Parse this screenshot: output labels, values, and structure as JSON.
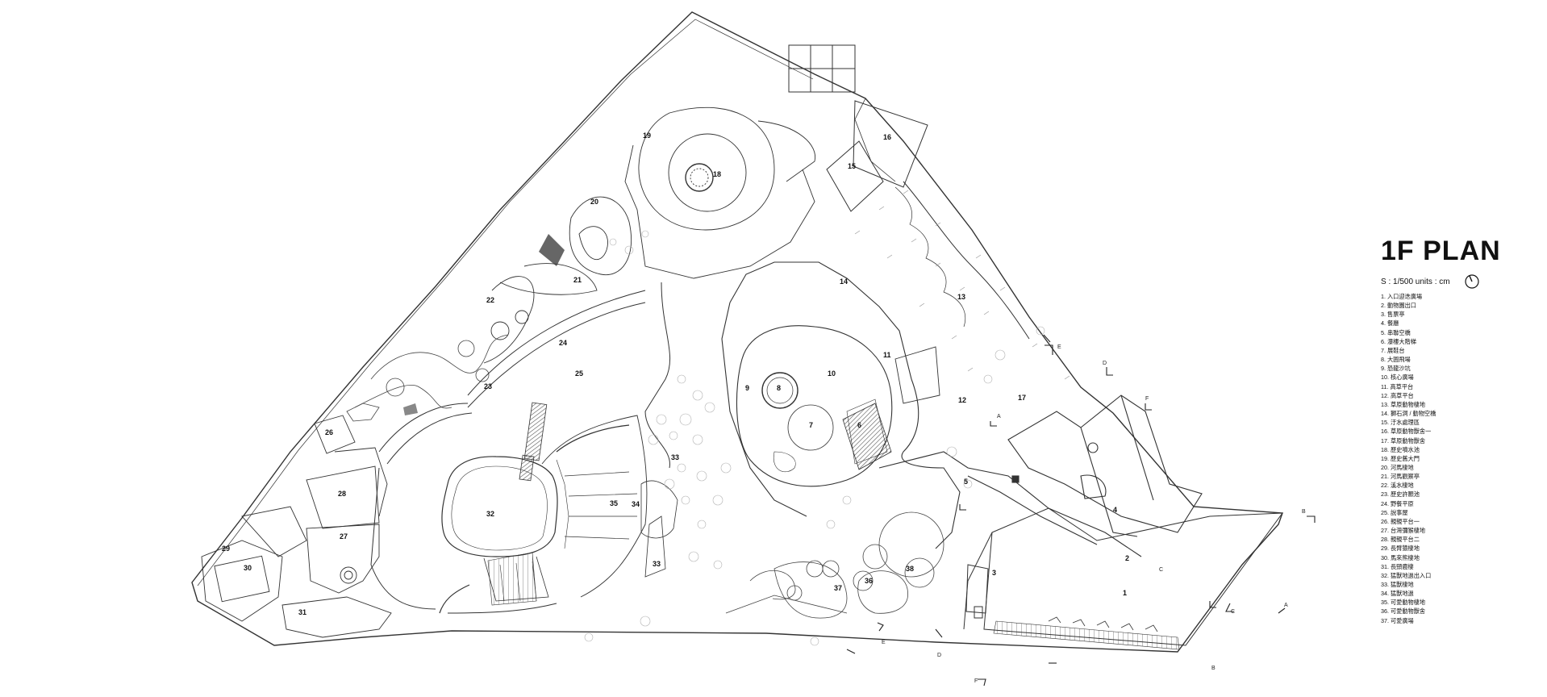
{
  "plan": {
    "title": "1F PLAN",
    "scale": "S : 1/500  units : cm",
    "north_icon": "north-arrow-icon",
    "colors": {
      "line": "#333333",
      "light": "#9a9a9a",
      "hatch": "#555555"
    },
    "legend": [
      "1. 入口迎迭廣場",
      "2. 動物園出口",
      "3. 售票亭",
      "4. 餐廳",
      "5. 串聯空橋",
      "6. 瀑樓大階梯",
      "7. 展鞋台",
      "8. 大圓飛場",
      "9. 恐龍沙坑",
      "10. 核心廣場",
      "11. 高草平台",
      "12. 高草平台",
      "13. 草原動物棲地",
      "14. 獅石洞 / 動物空橋",
      "15. 汙水處理區",
      "16. 草原動物獸舍一",
      "17. 草原動物獸舍",
      "18. 歷史噴水池",
      "19. 歷史舊大門",
      "20. 河馬棲地",
      "21. 河馬觀察亭",
      "22. 溪水棲地",
      "23. 歷史許願池",
      "24. 野餐平原",
      "25. 說事屋",
      "26. 親親平台一",
      "27. 台灣彌猴棲地",
      "28. 親親平台二",
      "29. 長臂猿棲地",
      "30. 馬來熊棲地",
      "31. 長頸鹿棲",
      "32. 猛獸地過出入口",
      "33. 猛獸棲地",
      "34. 猛獸地過",
      "35. 可愛動物棲地",
      "36. 可愛動物獸舍",
      "37. 可愛廣場"
    ],
    "area_numbers": [
      "1",
      "2",
      "3",
      "4",
      "5",
      "6",
      "7",
      "8",
      "9",
      "10",
      "11",
      "12",
      "13",
      "14",
      "15",
      "16",
      "17",
      "18",
      "19",
      "20",
      "21",
      "22",
      "23",
      "24",
      "25",
      "26",
      "27",
      "28",
      "29",
      "30",
      "31",
      "32",
      "33",
      "33",
      "34",
      "35",
      "36",
      "37",
      "38"
    ],
    "section_markers": [
      "A",
      "A",
      "B",
      "B",
      "C",
      "C",
      "D",
      "D",
      "E",
      "E",
      "F",
      "F"
    ]
  }
}
